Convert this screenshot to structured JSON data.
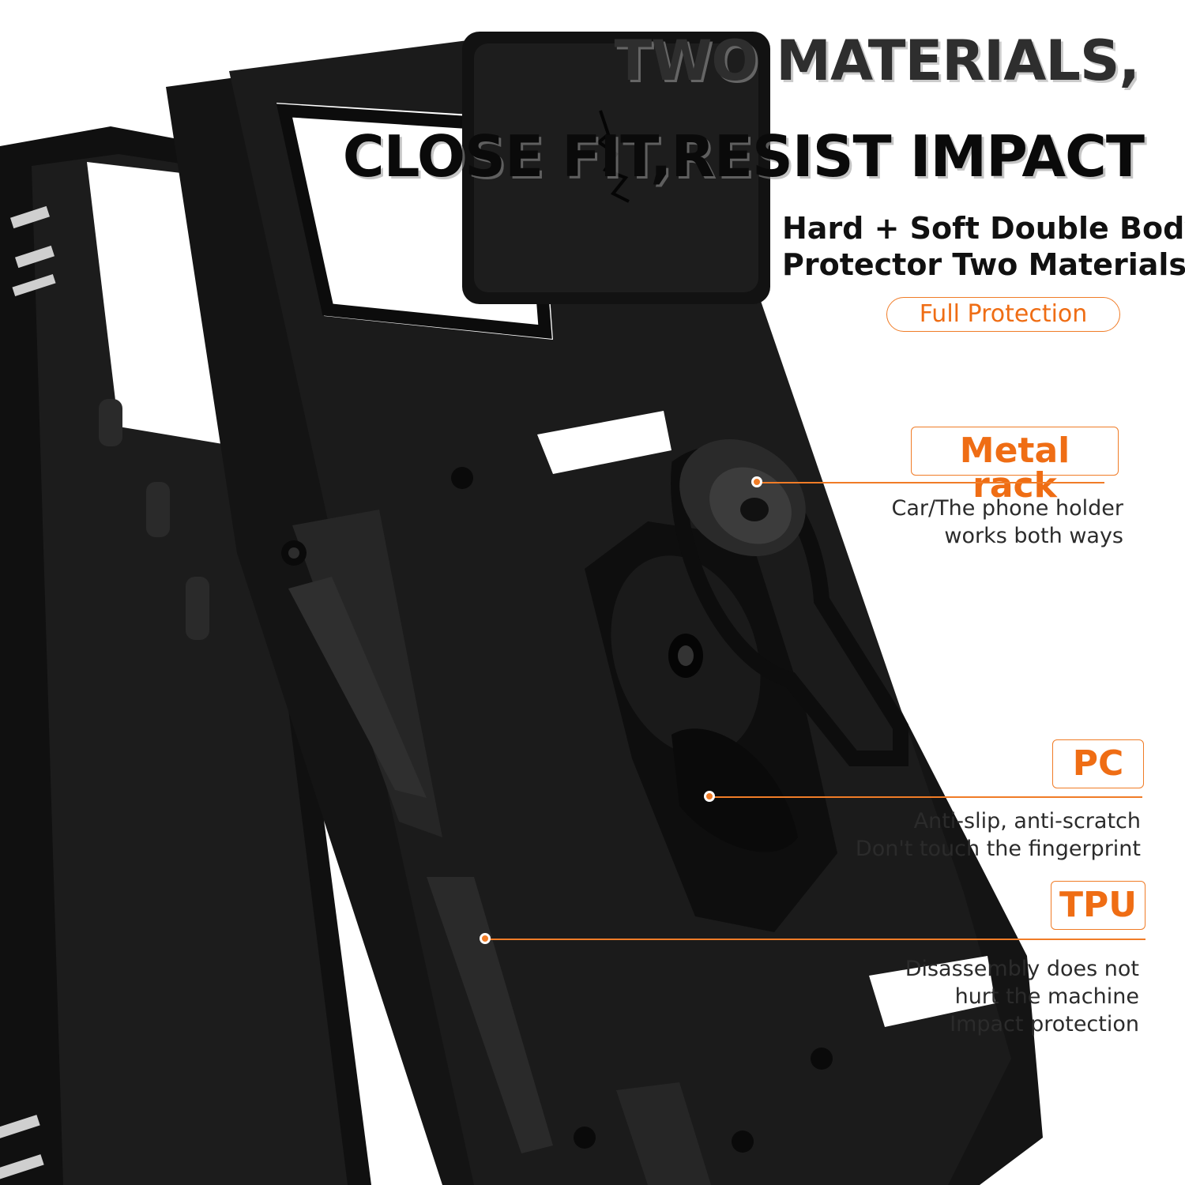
{
  "headline": {
    "line1": "TWO MATERIALS,",
    "line2": "CLOSE FIT,RESIST IMPACT"
  },
  "subtitle": {
    "line1": "Hard + Soft Double Body",
    "line2": "Protector Two Materials"
  },
  "badge": "Full Protection",
  "callouts": {
    "metal_rack": {
      "label": "Metal rack",
      "desc1": "Car/The phone holder",
      "desc2": "works both ways"
    },
    "pc": {
      "label": "PC",
      "desc1": "Anti-slip, anti-scratch",
      "desc2": "Don't touch the fingerprint"
    },
    "tpu": {
      "label": "TPU",
      "desc1": "Disassembly does not",
      "desc2": "hurt the machine",
      "desc3": "Impact protection"
    }
  },
  "colors": {
    "accent": "#f07c27",
    "case": "#161616"
  }
}
